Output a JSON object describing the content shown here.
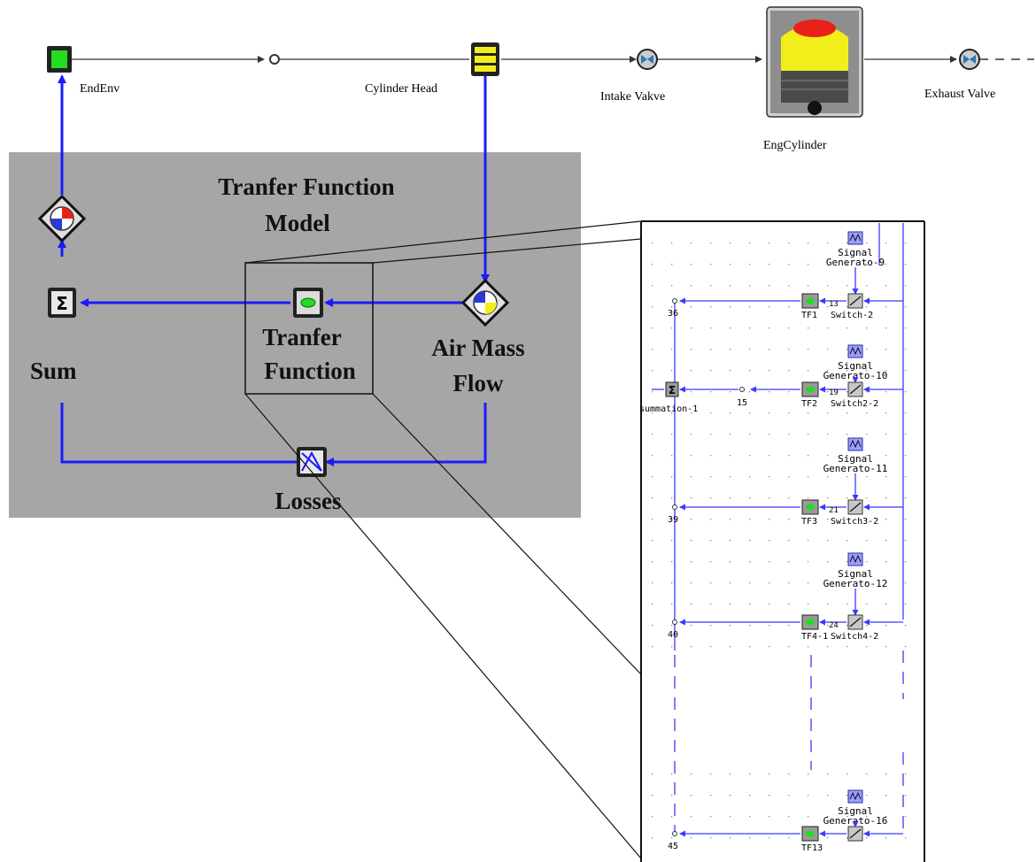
{
  "top_row": {
    "end_env": "EndEnv",
    "cylinder_head": "Cylinder Head",
    "intake_valve": "Intake Vakve",
    "eng_cylinder": "EngCylinder",
    "exhaust_valve": "Exhaust  Valve"
  },
  "model_box": {
    "title_line1": "Tranfer  Function",
    "title_line2": "Model",
    "sum": "Sum",
    "tf_line1": "Tranfer",
    "tf_line2": "Function",
    "amf_line1": "Air Mass",
    "amf_line2": "Flow",
    "losses": "Losses"
  },
  "detail": {
    "rows": [
      {
        "sig1": "Signal",
        "sig2": "Generato-9",
        "tf": "TF1",
        "sw": "Switch-2",
        "node": "36",
        "num": "13"
      },
      {
        "sig1": "Signal",
        "sig2": "Generato-10",
        "tf": "TF2",
        "sw": "Switch2-2",
        "node": "15",
        "num": "19"
      },
      {
        "sig1": "Signal",
        "sig2": "Generato-11",
        "tf": "TF3",
        "sw": "Switch3-2",
        "node": "39",
        "num": "21"
      },
      {
        "sig1": "Signal",
        "sig2": "Generato-12",
        "tf": "TF4-1",
        "sw": "Switch4-2",
        "node": "40",
        "num": "24"
      },
      {
        "sig1": "Signal",
        "sig2": "Generato-16",
        "tf": "TF13",
        "sw": "",
        "node": "45",
        "num": ""
      }
    ],
    "summation": "summation-1"
  },
  "colors": {
    "wire": "#1a1aff",
    "model_bg": "#a6a6a6",
    "block_green": "#22dd22",
    "cylinder_yellow": "#f2ee1c",
    "cylinder_red": "#e8221a"
  }
}
